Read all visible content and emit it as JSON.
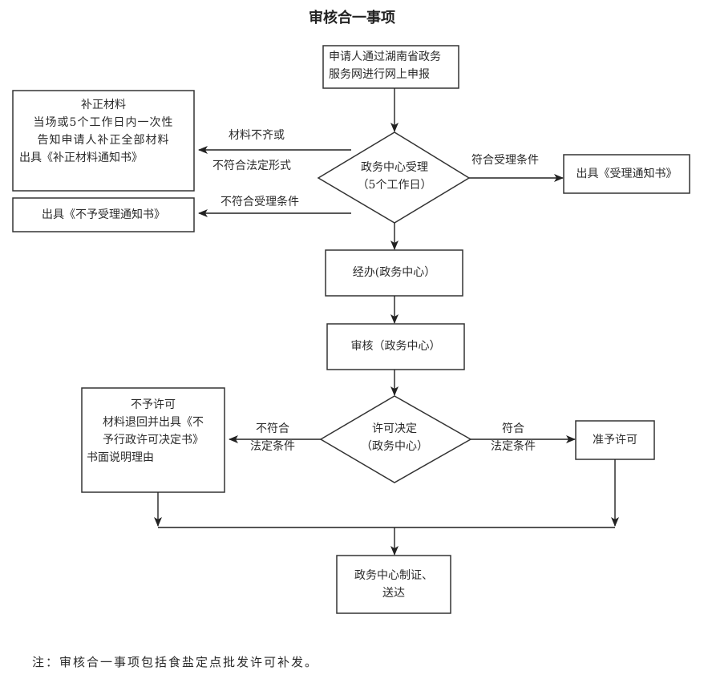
{
  "title": "审核合一事项",
  "nodes": {
    "start": {
      "lines": [
        "申请人通过湖南省政务",
        "服务网进行网上申报"
      ]
    },
    "accept_decision": {
      "lines": [
        "政务中心受理",
        "（5个工作日）"
      ]
    },
    "supplement": {
      "lines": [
        "补正材料",
        "当场或5个工作日内一次性",
        "告知申请人补正全部材料",
        "出具《补正材料通知书》"
      ]
    },
    "reject_accept": {
      "lines": [
        "出具《不予受理通知书》"
      ]
    },
    "accept_notice": {
      "lines": [
        "出具《受理通知书》"
      ]
    },
    "handle": {
      "lines": [
        "经办(政务中心）"
      ]
    },
    "review": {
      "lines": [
        "审核（政务中心）"
      ]
    },
    "permit_decision": {
      "lines": [
        "许可决定",
        "（政务中心）"
      ]
    },
    "deny_permit": {
      "lines": [
        "不予许可",
        "材料退回并出具《不",
        "予行政许可决定书》",
        "书面说明理由"
      ]
    },
    "grant_permit": {
      "lines": [
        "准予许可"
      ]
    },
    "issue": {
      "lines": [
        "政务中心制证、",
        "送达"
      ]
    }
  },
  "edges": {
    "incomplete": {
      "lines": [
        "材料不齐或",
        "不符合法定形式"
      ]
    },
    "not_eligible": {
      "lines": [
        "不符合受理条件"
      ]
    },
    "eligible": {
      "lines": [
        "符合受理条件"
      ]
    },
    "not_compliant": {
      "lines": [
        "不符合",
        "法定条件"
      ]
    },
    "compliant": {
      "lines": [
        "符合",
        "法定条件"
      ]
    }
  },
  "note": "注：审核合一事项包括食盐定点批发许可补发。"
}
